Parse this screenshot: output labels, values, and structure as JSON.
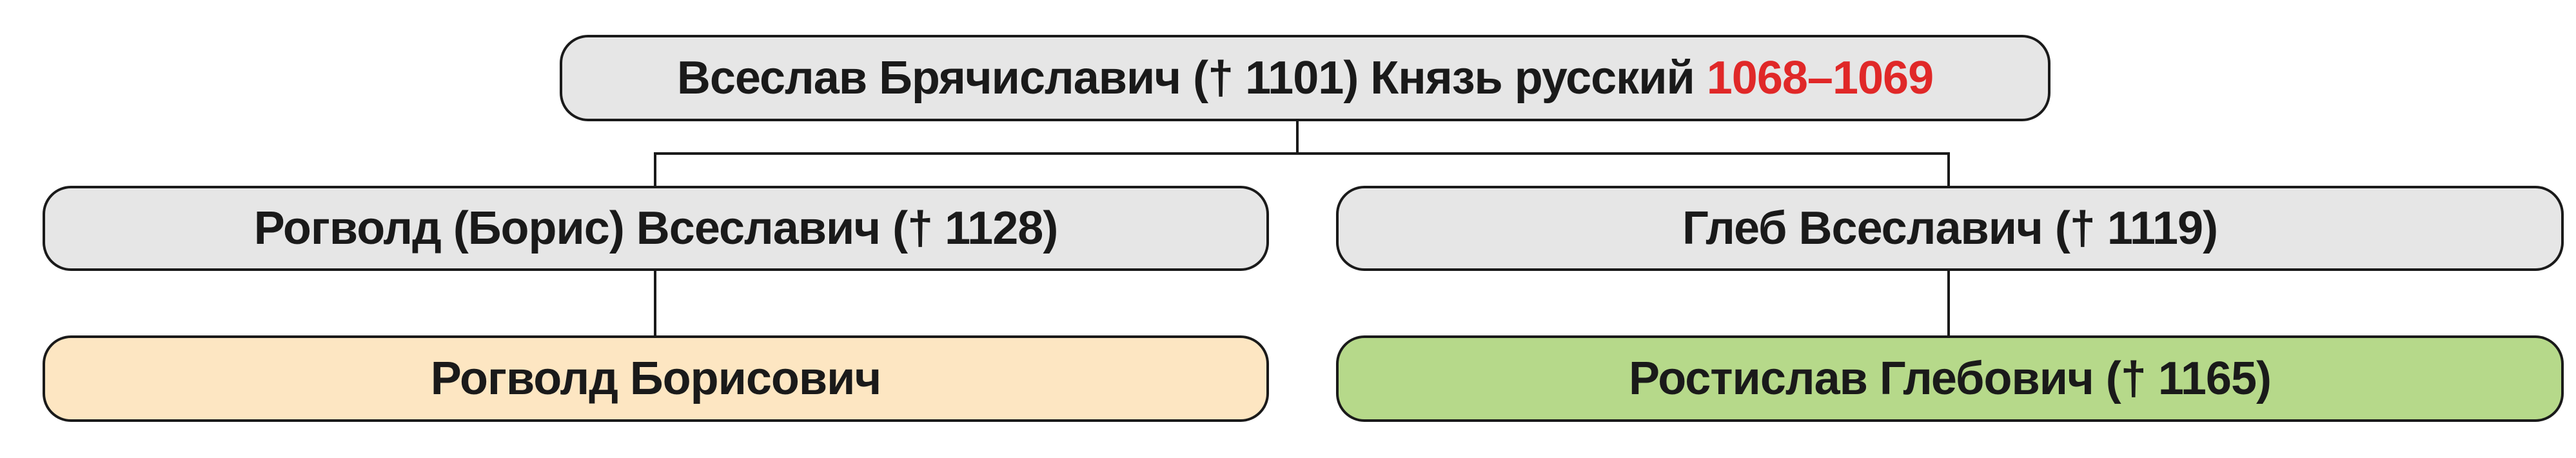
{
  "tree": {
    "root": {
      "label": "Всеслав Брячиславич († 1101) Князь русский",
      "reign": "1068–1069"
    },
    "children": [
      {
        "label": "Рогволд (Борис) Всеславич († 1128)"
      },
      {
        "label": "Глеб Всеславич († 1119)"
      }
    ],
    "grandchildren": [
      {
        "label": "Рогволд Борисович"
      },
      {
        "label": "Ростислав Глебович († 1165)"
      }
    ]
  },
  "colors": {
    "node_fill": "#e6e6e6",
    "rogvold_borisovich_fill": "#fde6c2",
    "rostislav_glebovich_fill": "#b6d98a",
    "reign_accent": "#e02828",
    "line": "#1a1a1a"
  }
}
